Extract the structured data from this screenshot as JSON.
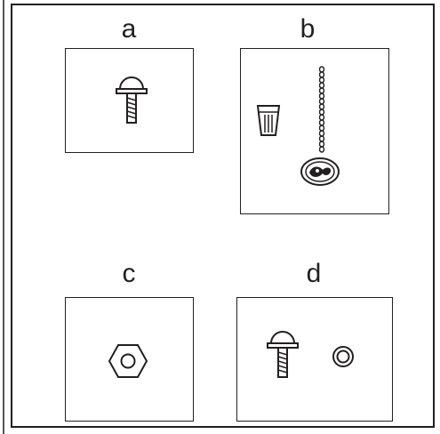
{
  "panels": [
    {
      "label": "a"
    },
    {
      "label": "b"
    },
    {
      "label": "c"
    },
    {
      "label": "d"
    }
  ],
  "colors": {
    "ink": "#231f20",
    "fill": "#ffffff"
  },
  "icons": {
    "a": [
      "screw-icon"
    ],
    "b": [
      "wire-connector-icon",
      "pull-chain-icon"
    ],
    "c": [
      "hex-nut-icon"
    ],
    "d": [
      "screw-icon",
      "washer-icon"
    ]
  }
}
